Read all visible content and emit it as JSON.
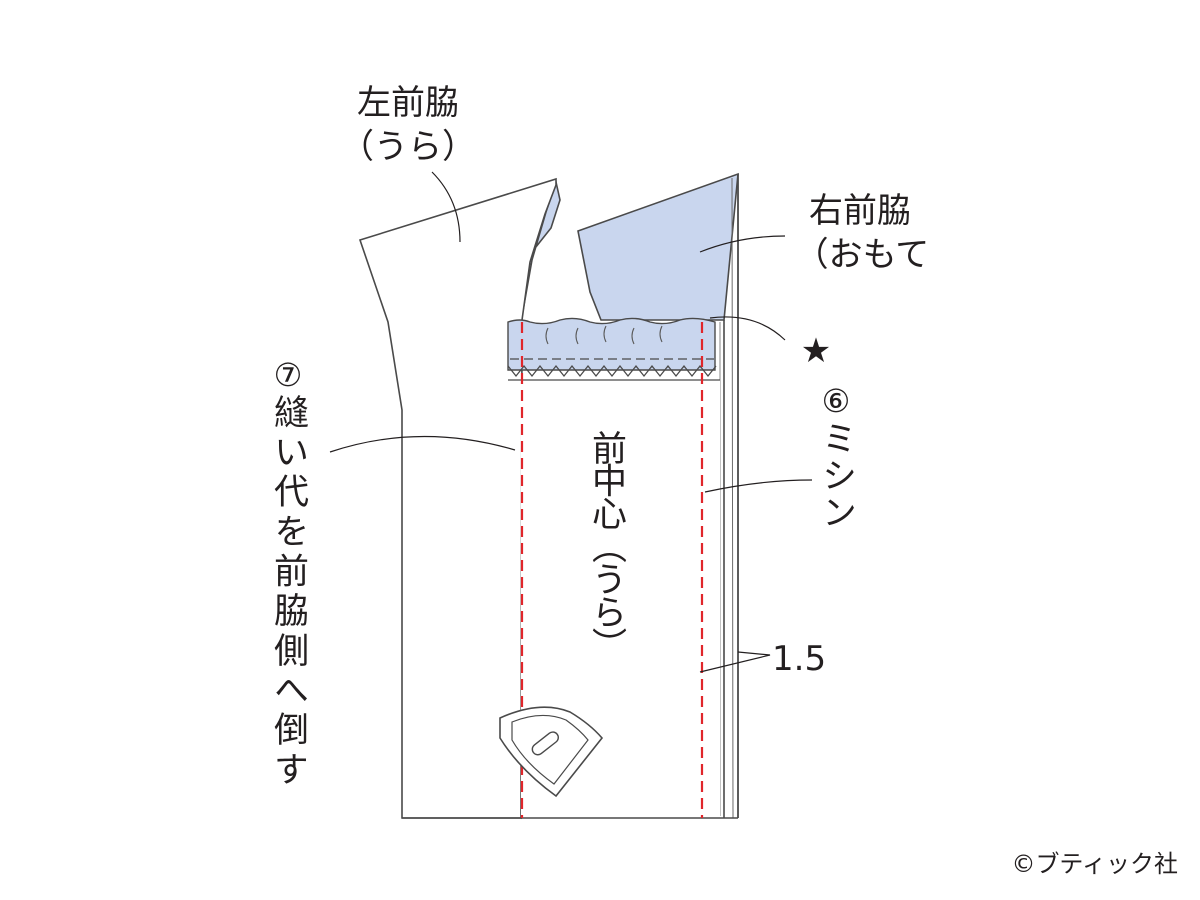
{
  "labels": {
    "left_front_side": {
      "line1": "左前脇",
      "line2": "（うら）"
    },
    "right_front_side": {
      "line1": "右前脇",
      "line2": "（おもて"
    },
    "star": "★",
    "step6": {
      "number": "⑥",
      "text": "ミシン"
    },
    "step7": {
      "number": "⑦",
      "text": "縫い代を前脇側へ倒す"
    },
    "center_front": "前中心（うら）",
    "seam_allowance": "1.5"
  },
  "credit": "©ブティック社",
  "colors": {
    "outline": "#4a4a4a",
    "stitch": "#e0262b",
    "fabric_right_side": "#c9d6ee",
    "text": "#231f20"
  },
  "icons": [
    "iron-icon"
  ]
}
